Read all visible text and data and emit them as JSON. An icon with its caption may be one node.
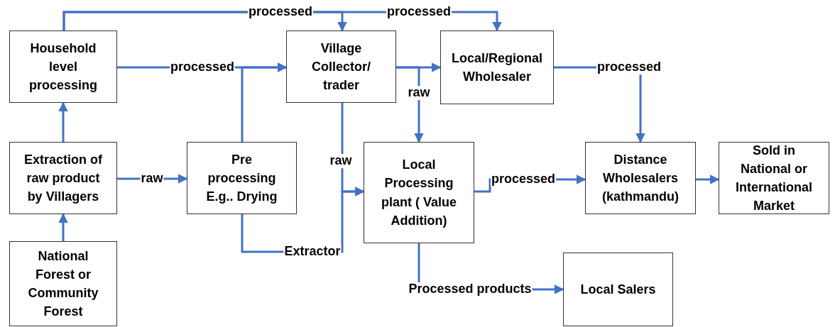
{
  "diagram": {
    "nodes": [
      {
        "text": [
          "Household level processing"
        ]
      },
      {
        "text": [
          "Village Collector/ trader"
        ]
      },
      {
        "text": [
          "Local/Regional Wholesaler"
        ]
      },
      {
        "text": [
          "Extraction of raw product by Villagers"
        ]
      },
      {
        "text": [
          "Pre processing E.g.. Drying"
        ]
      },
      {
        "text": [
          "Local Processing plant ( Value Addition)"
        ]
      },
      {
        "text": [
          "Distance Wholesalers (kathmandu)"
        ]
      },
      {
        "text": [
          "Sold in National or International Market"
        ]
      },
      {
        "text": [
          "National Forest or Community Forest"
        ]
      },
      {
        "text": [
          "Local Salers"
        ]
      }
    ],
    "edges": [
      {
        "from": 8,
        "to": 3,
        "arrow": "to"
      },
      {
        "from": 3,
        "to": 0,
        "arrow": "to"
      },
      {
        "from": 3,
        "to": 4,
        "arrow": "to",
        "label": "raw"
      },
      {
        "from": 0,
        "to": 1,
        "arrow": "to",
        "label": "processed"
      },
      {
        "from": 4,
        "to": 1,
        "arrow": "to"
      },
      {
        "from": 0,
        "to": 1,
        "arrow": "to",
        "label": "processed"
      },
      {
        "from": 0,
        "to": 2,
        "arrow": "to",
        "label": "processed"
      },
      {
        "from": 1,
        "to": 2,
        "arrow": "to"
      },
      {
        "from": 1,
        "to": 5,
        "arrow": "to",
        "label": "raw"
      },
      {
        "from": 1,
        "to": 5,
        "arrow": "to",
        "label": "raw"
      },
      {
        "from": 4,
        "to": 5,
        "arrow": "to",
        "label": "Extractor"
      },
      {
        "from": 2,
        "to": 6,
        "arrow": "to",
        "label": "processed"
      },
      {
        "from": 5,
        "to": 6,
        "arrow": "to",
        "label": "processed"
      },
      {
        "from": 6,
        "to": 7,
        "arrow": "to"
      },
      {
        "from": 5,
        "to": 9,
        "arrow": "to",
        "label": "Processed products"
      }
    ]
  }
}
